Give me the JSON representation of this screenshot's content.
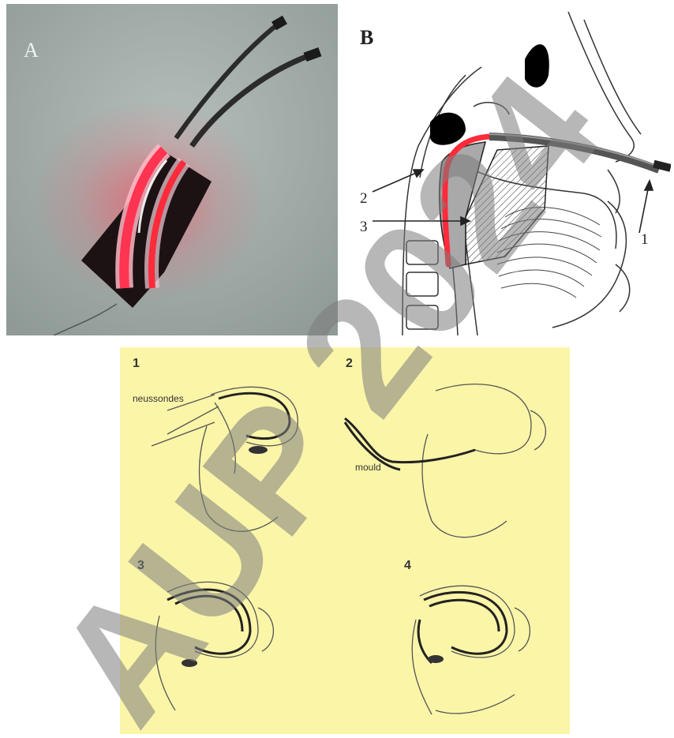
{
  "panel_a": {
    "label": "A"
  },
  "panel_b": {
    "label": "B",
    "callouts": [
      "1",
      "2",
      "3"
    ]
  },
  "panel_c": {
    "steps": [
      "1",
      "2",
      "3",
      "4"
    ],
    "annotations": {
      "neussonde": "neussondes",
      "mould": "mould"
    }
  },
  "watermark": {
    "text": "AUP 2024"
  },
  "colors": {
    "illumination": "#ff2a3a",
    "background_c": "#fbf5a8",
    "photo_bg": "#a4afab"
  }
}
